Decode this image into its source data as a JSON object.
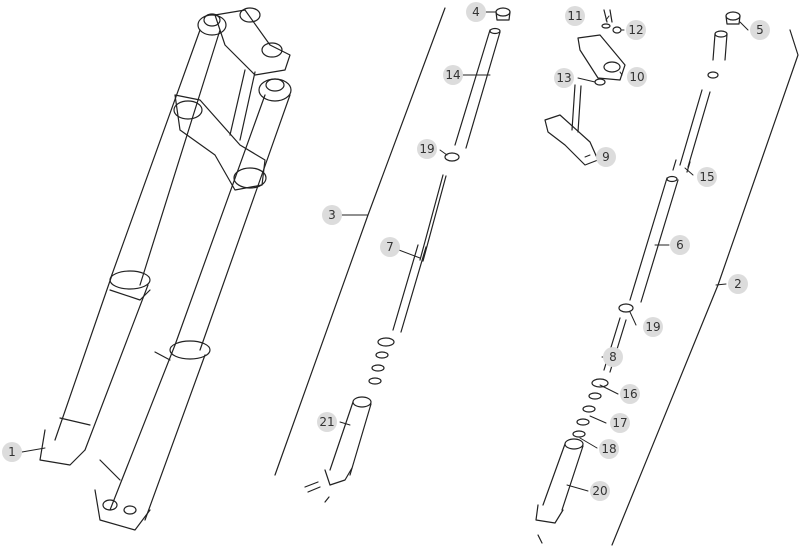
{
  "diagram": {
    "callouts": [
      {
        "id": "c1",
        "number": "1"
      },
      {
        "id": "c2",
        "number": "2"
      },
      {
        "id": "c3",
        "number": "3"
      },
      {
        "id": "c4",
        "number": "4"
      },
      {
        "id": "c5",
        "number": "5"
      },
      {
        "id": "c6",
        "number": "6"
      },
      {
        "id": "c7",
        "number": "7"
      },
      {
        "id": "c8",
        "number": "8"
      },
      {
        "id": "c9",
        "number": "9"
      },
      {
        "id": "c10",
        "number": "10"
      },
      {
        "id": "c11",
        "number": "11"
      },
      {
        "id": "c12",
        "number": "12"
      },
      {
        "id": "c13",
        "number": "13"
      },
      {
        "id": "c14",
        "number": "14"
      },
      {
        "id": "c15",
        "number": "15"
      },
      {
        "id": "c16",
        "number": "16"
      },
      {
        "id": "c17",
        "number": "17"
      },
      {
        "id": "c18",
        "number": "18"
      },
      {
        "id": "c19a",
        "number": "19"
      },
      {
        "id": "c19b",
        "number": "19"
      },
      {
        "id": "c20",
        "number": "20"
      },
      {
        "id": "c21",
        "number": "21"
      }
    ],
    "colors": {
      "line": "#222222",
      "bubble": "#dcdcdc",
      "text": "#333333"
    }
  }
}
